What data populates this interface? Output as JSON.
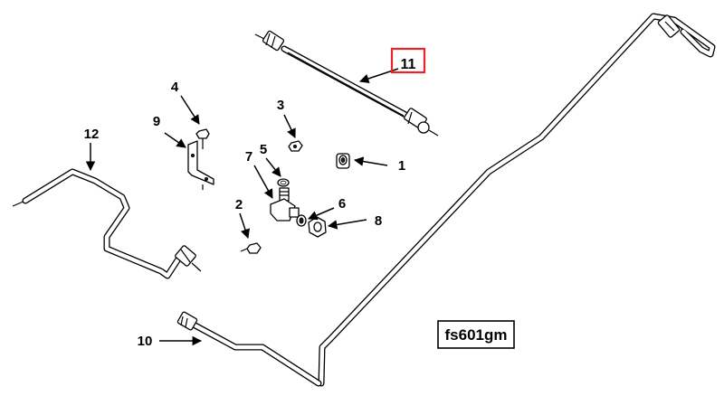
{
  "diagram": {
    "reference_code": "fs601gm",
    "highlighted_callout": "11",
    "highlight_color": "#e8262a",
    "callouts": [
      {
        "id": "c1",
        "label": "1"
      },
      {
        "id": "c2",
        "label": "2"
      },
      {
        "id": "c3",
        "label": "3"
      },
      {
        "id": "c4",
        "label": "4"
      },
      {
        "id": "c5",
        "label": "5"
      },
      {
        "id": "c6",
        "label": "6"
      },
      {
        "id": "c7",
        "label": "7"
      },
      {
        "id": "c8",
        "label": "8"
      },
      {
        "id": "c9",
        "label": "9"
      },
      {
        "id": "c10",
        "label": "10"
      },
      {
        "id": "c11",
        "label": "11"
      },
      {
        "id": "c12",
        "label": "12"
      }
    ]
  }
}
